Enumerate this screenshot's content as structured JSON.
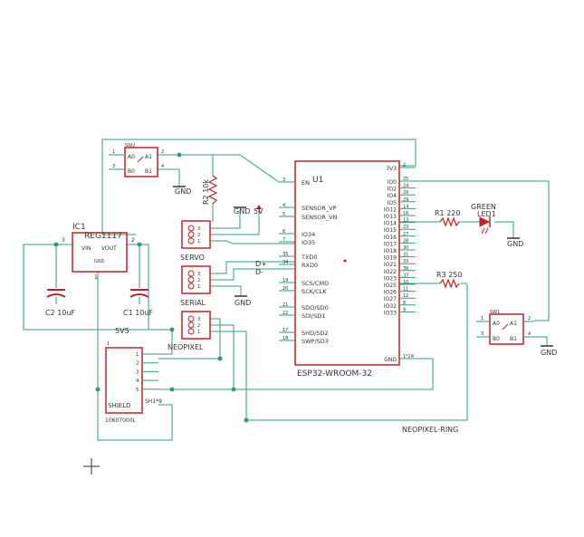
{
  "colors": {
    "wire": "#2f9e7e",
    "part": "#c0202a",
    "text": "#333333",
    "junction": "#2f9e7e",
    "background": "#ffffff"
  },
  "esp32": {
    "ref": "U1",
    "value": "ESP32-WROOM-32",
    "pins_left": [
      "EN",
      "SENSOR_VP",
      "SENSOR_VN",
      "IO34",
      "IO35",
      "TXD0",
      "RXD0",
      "SCS/CMD",
      "SCK/CLK",
      "SDO/SD0",
      "SDI/SD1",
      "SHD/SD2",
      "SWP/SD3"
    ],
    "pin_nums_left": [
      "3",
      "4",
      "5",
      "6",
      "7",
      "35",
      "34",
      "19",
      "20",
      "21",
      "22",
      "17",
      "18"
    ],
    "pins_right": [
      "3V3",
      "IO0",
      "IO2",
      "IO4",
      "IO5",
      "IO12",
      "IO13",
      "IO14",
      "IO15",
      "IO16",
      "IO17",
      "IO18",
      "IO19",
      "IO21",
      "IO22",
      "IO23",
      "IO25",
      "IO26",
      "IO27",
      "IO32",
      "IO33",
      "GND"
    ],
    "pin_nums_right": [
      "2",
      "25",
      "24",
      "26",
      "29",
      "14",
      "16",
      "13",
      "23",
      "27",
      "28",
      "30",
      "31",
      "33",
      "36",
      "37",
      "10",
      "11",
      "12",
      "8",
      "9",
      "1*24"
    ]
  },
  "reg": {
    "ref": "IC1",
    "value": "REG1117",
    "vin": "VIN",
    "vout": "VOUT",
    "gnd": "GND",
    "pin3": "3",
    "pin2": "2",
    "pin1": "1"
  },
  "caps": [
    {
      "label": "C2 10uF"
    },
    {
      "label": "C1 10uF"
    }
  ],
  "reset_switch": {
    "ref": "SW2",
    "a0": "A0",
    "a1": "A1",
    "b0": "B0",
    "b1": "B1",
    "pins": [
      "1",
      "2",
      "3",
      "4"
    ]
  },
  "boot_switch": {
    "ref": "SW1",
    "a0": "A0",
    "a1": "A1",
    "b0": "B0",
    "b1": "B1",
    "pins": [
      "1",
      "2",
      "3",
      "4"
    ]
  },
  "resistors": [
    {
      "label": "R2 10k"
    },
    {
      "label": "R1 220"
    },
    {
      "label": "R3 250"
    }
  ],
  "led": {
    "label": "GREEN",
    "ref": "LED1"
  },
  "connectors": {
    "servo": {
      "label": "SERVO",
      "pins": [
        "3",
        "2",
        "1"
      ]
    },
    "serial": {
      "label": "SERIAL",
      "pins": [
        "3",
        "2",
        "1"
      ]
    },
    "neopixel": {
      "label": "NEOPIXEL",
      "pins": [
        "3",
        "2",
        "1"
      ]
    }
  },
  "shield": {
    "label": "SHIELD",
    "part": "10607000L",
    "pins": [
      "1",
      "2",
      "3",
      "4",
      "5"
    ],
    "sh": "SH1*9"
  },
  "net_labels": {
    "gnd": "GND",
    "v5": "5V",
    "v5_alt": "5V5",
    "d_plus": "D+",
    "d_minus": "D-",
    "neopixel_ring": "NEOPIXEL-RING"
  }
}
